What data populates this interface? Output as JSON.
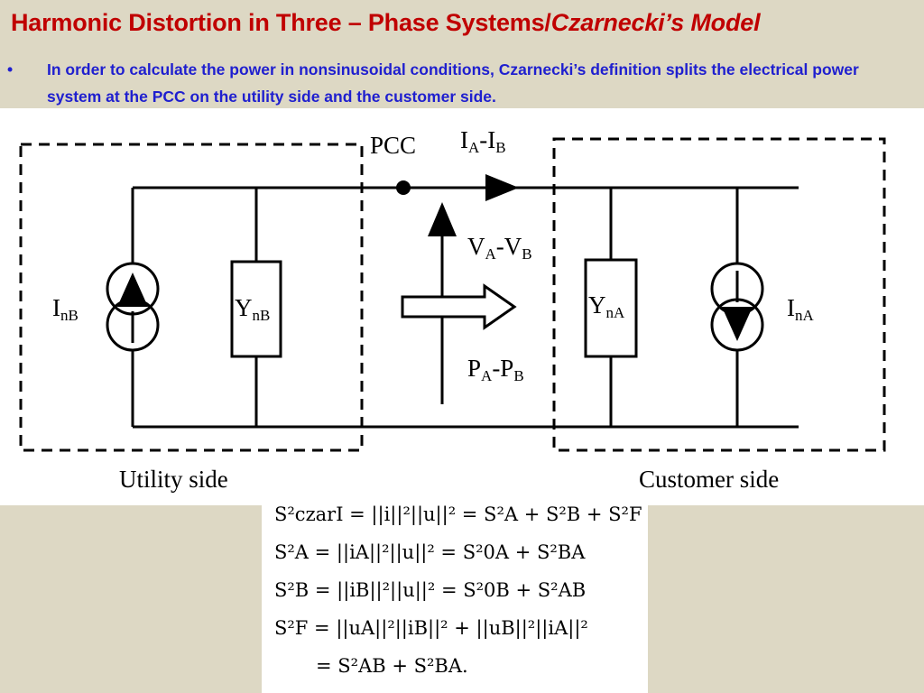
{
  "slide": {
    "title_main": "Harmonic Distortion in Three – Phase Systems/",
    "title_italic": "Czarnecki’s Model",
    "bullet": "In order to calculate the power in nonsinusoidal conditions, Czarnecki’s definition splits the electrical power system at the PCC on the utility side and the customer side."
  },
  "diagram": {
    "pcc_label": "PCC",
    "current_label": {
      "main": "I",
      "s1": "A",
      "mid": "-I",
      "s2": "B"
    },
    "voltage_label": {
      "main": "V",
      "s1": "A",
      "mid": "-V",
      "s2": "B"
    },
    "power_label": {
      "main": "P",
      "s1": "A",
      "mid": "-P",
      "s2": "B"
    },
    "utility_source": {
      "main": "I",
      "sub": "nB"
    },
    "utility_admittance": {
      "main": "Y",
      "sub": "nB"
    },
    "customer_admittance": {
      "main": "Y",
      "sub": "nA"
    },
    "customer_source": {
      "main": "I",
      "sub": "nA"
    },
    "utility_side_label": "Utility side",
    "customer_side_label": "Customer side"
  },
  "equations": {
    "line1": "S²czarI = ||i||²||u||² = S²A + S²B + S²F",
    "line2": "S²A = ||iA||²||u||² = S²0A + S²BA",
    "line3": "S²B = ||iB||²||u||² = S²0B + S²AB",
    "line4": "S²F = ||uA||²||iB||² + ||uB||²||iA||²",
    "line5": "= S²AB + S²BA."
  }
}
